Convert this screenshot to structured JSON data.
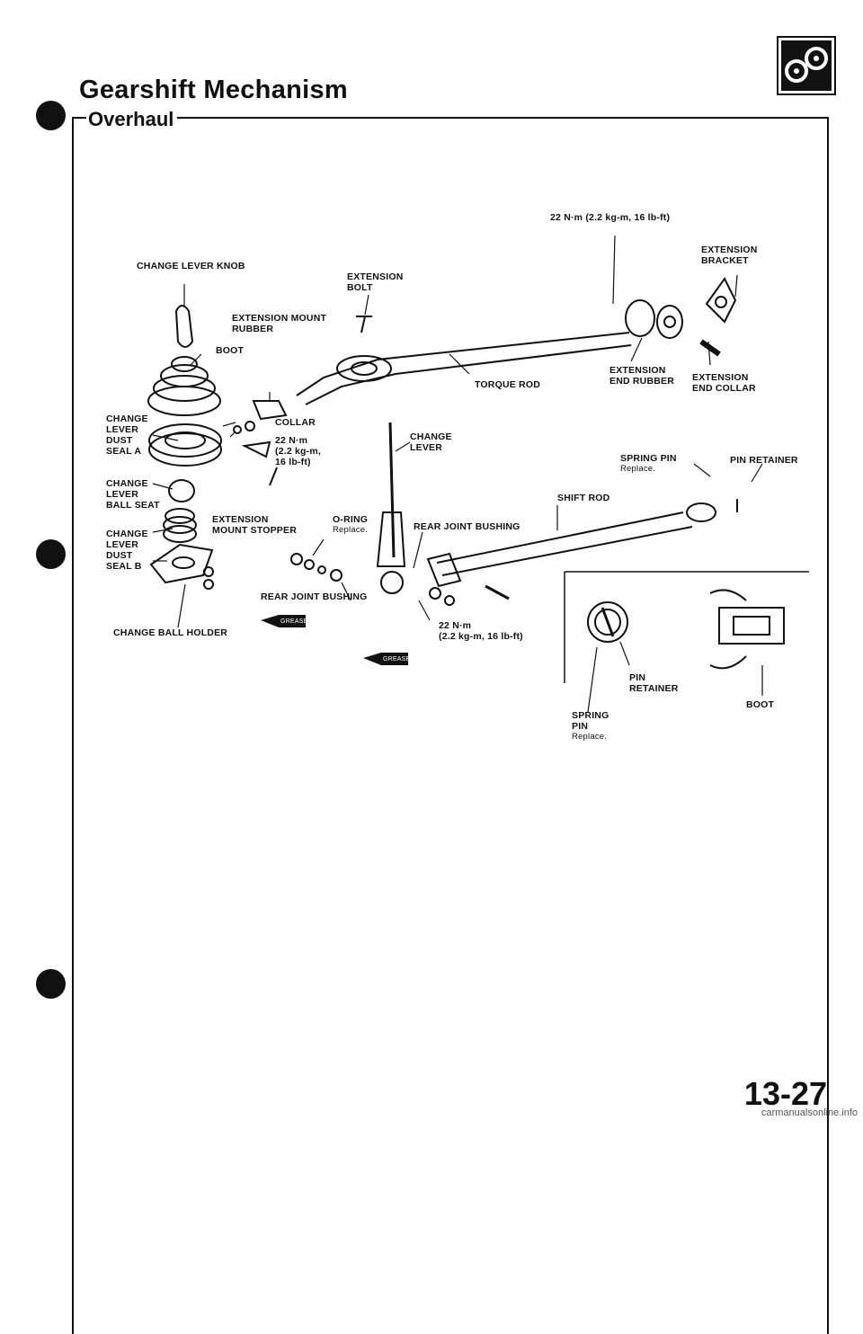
{
  "header": {
    "title": "Gearshift Mechanism",
    "section": "Overhaul"
  },
  "labels": {
    "torque_top": "22 N·m (2.2 kg-m, 16 lb-ft)",
    "extension_bracket": "EXTENSION\nBRACKET",
    "change_lever_knob": "CHANGE LEVER KNOB",
    "extension_bolt": "EXTENSION\nBOLT",
    "extension_mount_rubber": "EXTENSION MOUNT\nRUBBER",
    "boot_top": "BOOT",
    "torque_rod": "TORQUE ROD",
    "extension_end_rubber": "EXTENSION\nEND RUBBER",
    "extension_end_collar": "EXTENSION\nEND COLLAR",
    "collar": "COLLAR",
    "torque_mid": "22 N·m\n(2.2 kg-m,\n16 lb-ft)",
    "change_lever": "CHANGE\nLEVER",
    "change_lever_dust_seal_a": "CHANGE\nLEVER\nDUST\nSEAL A",
    "spring_pin": "SPRING PIN",
    "spring_pin_replace": "Replace.",
    "pin_retainer": "PIN RETAINER",
    "change_lever_ball_seat": "CHANGE\nLEVER\nBALL SEAT",
    "shift_rod": "SHIFT ROD",
    "extension_mount_stopper": "EXTENSION\nMOUNT STOPPER",
    "o_ring": "O-RING",
    "o_ring_replace": "Replace.",
    "rear_joint_bushing_right": "REAR JOINT BUSHING",
    "change_lever_dust_seal_b": "CHANGE\nLEVER\nDUST\nSEAL B",
    "rear_joint_bushing_left": "REAR JOINT BUSHING",
    "torque_bottom": "22 N·m\n(2.2 kg-m, 16 lb-ft)",
    "change_ball_holder": "CHANGE BALL HOLDER",
    "grease": "GREASE",
    "pin_retainer_detail": "PIN\nRETAINER",
    "spring_pin_detail": "SPRING\nPIN",
    "spring_pin_detail_replace": "Replace.",
    "boot_detail": "BOOT"
  },
  "footer": {
    "page_number": "13-27",
    "watermark": "carmanualsonline.info"
  }
}
